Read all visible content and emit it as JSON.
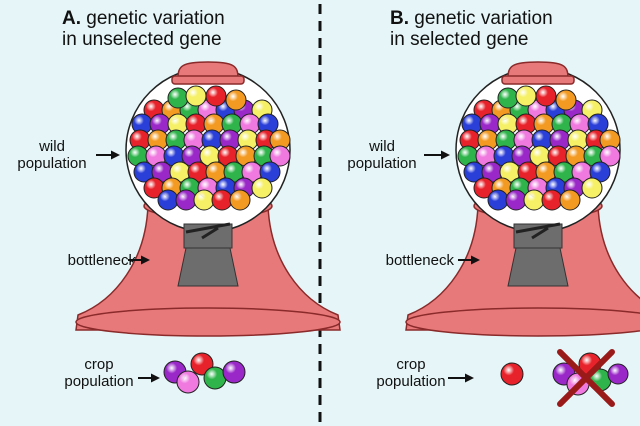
{
  "panels": [
    {
      "letter": "A.",
      "title_line1": "genetic variation",
      "title_line2": "in unselected gene",
      "wild_line1": "wild",
      "wild_line2": "population",
      "bottleneck": "bottleneck",
      "crop_line1": "crop",
      "crop_line2": "population"
    },
    {
      "letter": "B.",
      "title_line1": "genetic variation",
      "title_line2": "in selected gene",
      "wild_line1": "wild",
      "wild_line2": "population",
      "bottleneck": "bottleneck",
      "crop_line1": "crop",
      "crop_line2": "population"
    }
  ],
  "colors": {
    "background": "#e6f5f7",
    "machine_body": "#e8797a",
    "machine_outline": "#8a2a2a",
    "chute": "#6d6d6d",
    "red": "#e8222a",
    "green": "#2eb44a",
    "blue": "#2a3ed8",
    "yellow": "#f5f065",
    "orange": "#f39a22",
    "pink": "#ef79df",
    "purple": "#9a28c8",
    "cross": "#9a1a1a"
  }
}
